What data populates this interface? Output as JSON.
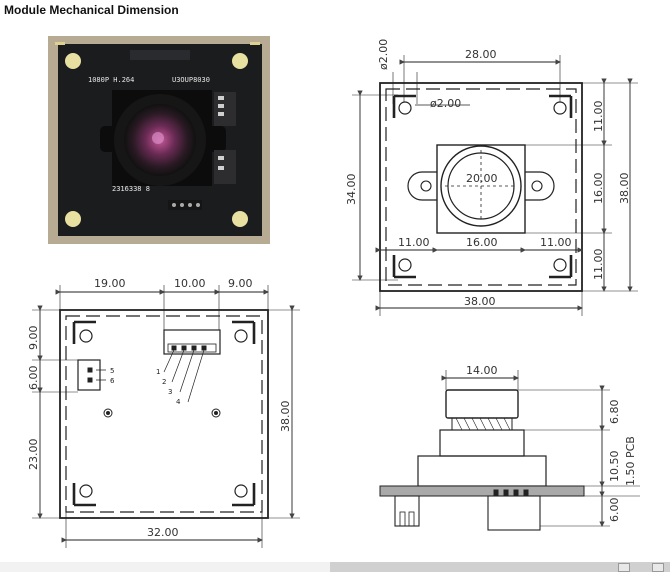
{
  "title": "Module Mechanical Dimension",
  "photo": {
    "top_text": "1080P  H.264",
    "right_text": "U3OUP8030",
    "bottom_text": "2316338  8"
  },
  "front_view": {
    "d_mount_hole": "ø2.00",
    "d_mount_hole_inner": "ø2.00",
    "hole_spacing": "28.00",
    "board_height": "34.00",
    "board_width_right": "38.00",
    "board_width_bottom": "38.00",
    "top_offset": "11.00",
    "mid_size": "16.00",
    "bottom_offset": "11.00",
    "lens": "20.00",
    "left_gap": "11.00",
    "lens_base": "16.00",
    "right_gap": "11.00"
  },
  "back_view": {
    "seg1": "19.00",
    "seg2": "10.00",
    "seg3": "9.00",
    "v1": "9.00",
    "v2": "6.00",
    "v3": "23.00",
    "height": "38.00",
    "bottom_width": "32.00",
    "pins_top": [
      "1",
      "2",
      "3",
      "4"
    ],
    "pins_side": [
      "5",
      "6"
    ]
  },
  "side_view": {
    "lens_width": "14.00",
    "h1": "6.80",
    "h2": "10.50",
    "pcb": "1.50 PCB",
    "h3": "6.00"
  }
}
